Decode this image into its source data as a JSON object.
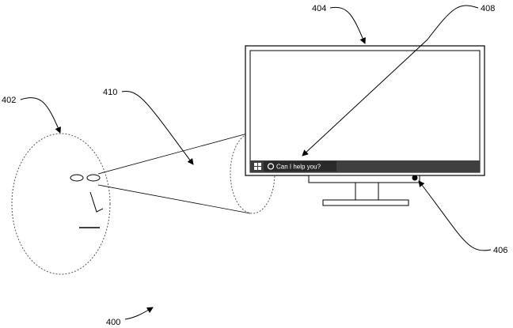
{
  "labels": {
    "figure": "400",
    "person": "402",
    "monitor": "404",
    "camera": "406",
    "assistant_prompt": "408",
    "gaze_field": "410"
  },
  "taskbar": {
    "search_text": "Can I help you?"
  },
  "colors": {
    "line": "#000000",
    "taskbar": "#3f3f3f",
    "search_box": "#2a2a2a",
    "screen_bg": "#ffffff",
    "background": "#ffffff"
  },
  "icons": {
    "start": "windows-logo-icon",
    "assistant": "cortana-ring-icon",
    "camera": "camera-dot-icon"
  }
}
